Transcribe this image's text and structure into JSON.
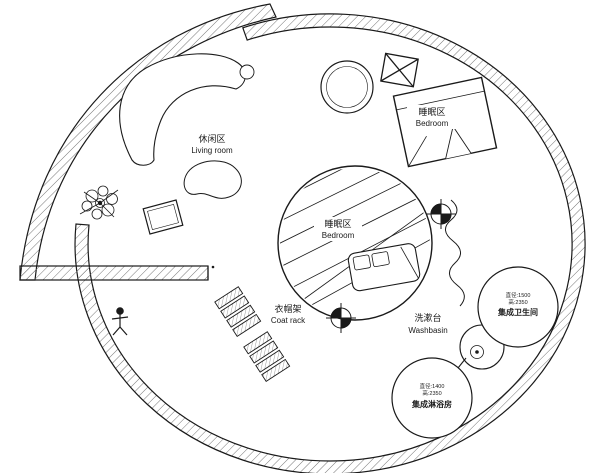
{
  "plan": {
    "background": "#ffffff",
    "line_color": "#1a1a1a",
    "hatch_color": "#666666",
    "labels": {
      "living_room": {
        "zh": "休闲区",
        "en": "Living room"
      },
      "bedroom_upper": {
        "zh": "睡眠区",
        "en": "Bedroom"
      },
      "bedroom_pod": {
        "zh": "睡眠区",
        "en": "Bedroom"
      },
      "coat_rack": {
        "zh": "衣帽架",
        "en": "Coat rack"
      },
      "washbasin": {
        "zh": "洗漱台",
        "en": "Washbasin"
      },
      "bathroom_pod": {
        "dim_line1": "直径:1500",
        "dim_line2": "高:2350",
        "name": "集成卫生间"
      },
      "shower_pod": {
        "dim_line1": "直径:1400",
        "dim_line2": "高:2350",
        "name": "集成淋浴房"
      }
    }
  }
}
